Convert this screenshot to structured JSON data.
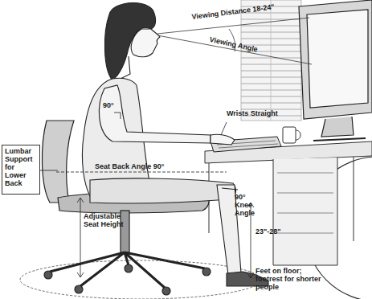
{
  "diagram": {
    "nodes": [
      {
        "text": [
          "Lumbar Support for Lower Back"
        ]
      }
    ],
    "labels": [
      "Viewing Distance 18-24\"",
      "Viewing Angle",
      "Wrists Straight",
      "90°",
      "Seat Back Angle 90°",
      "90° Knee Angle",
      "23\"-28\"",
      "Adjustable Seat Height",
      "Feet on floor; footrest for shorter people"
    ]
  }
}
